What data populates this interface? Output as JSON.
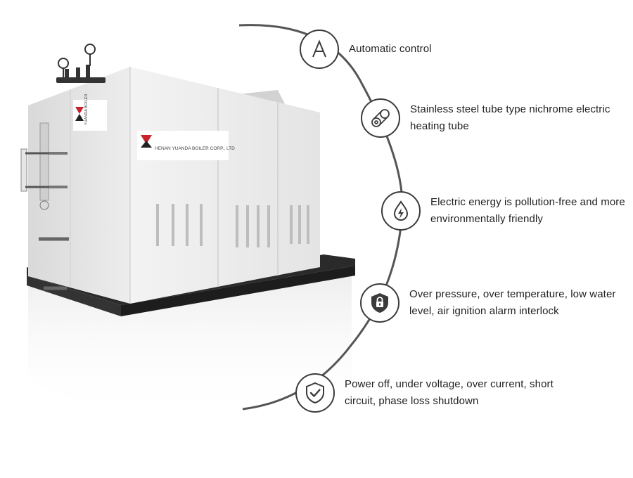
{
  "product": {
    "side_logo_text": "YUANDA BOILER",
    "front_logo_text": "HENAN YUANDA BOILER CORP., LTD"
  },
  "features": [
    {
      "icon": "letter-a-icon",
      "text": "Automatic control"
    },
    {
      "icon": "heating-tube-icon",
      "text": "Stainless steel tube type nichrome electric heating tube"
    },
    {
      "icon": "lightning-drop-icon",
      "text": "Electric energy is pollution-free and more environmentally friendly"
    },
    {
      "icon": "shield-lock-icon",
      "text": "Over pressure, over temperature, low water level, air ignition alarm interlock"
    },
    {
      "icon": "shield-check-icon",
      "text": "Power off, under voltage, over current, short circuit, phase loss shutdown"
    }
  ],
  "colors": {
    "arc": "#555555",
    "icon_stroke": "#3b3b3b",
    "boiler_body": "#ececec",
    "boiler_base": "#2a2a2a",
    "brand_red": "#c8232c"
  }
}
